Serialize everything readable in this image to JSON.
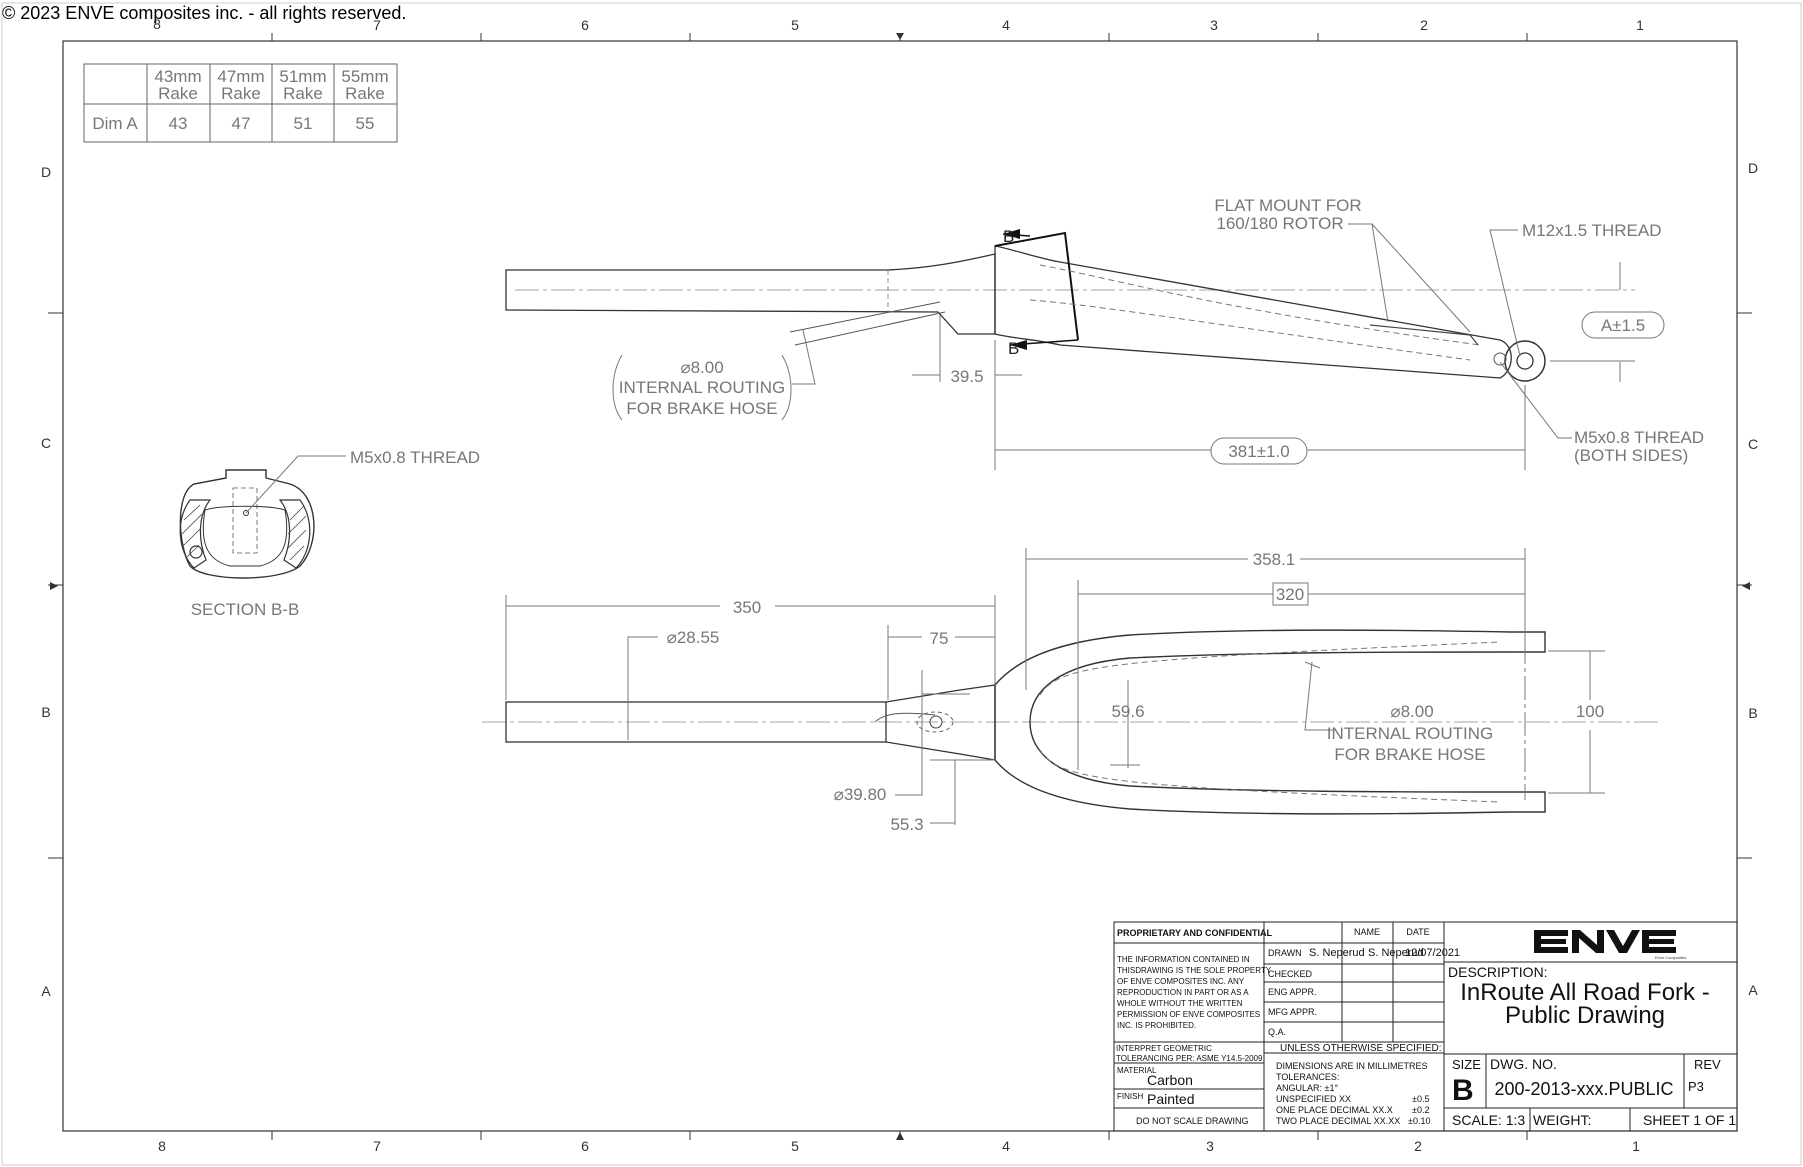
{
  "copyright": "© 2023 ENVE composites inc. - all rights reserved.",
  "zones": {
    "columns": [
      "8",
      "7",
      "6",
      "5",
      "4",
      "3",
      "2",
      "1"
    ],
    "rows": [
      "D",
      "C",
      "B",
      "A"
    ]
  },
  "rake_table": {
    "headers": [
      [
        "43mm",
        "Rake"
      ],
      [
        "47mm",
        "Rake"
      ],
      [
        "51mm",
        "Rake"
      ],
      [
        "55mm",
        "Rake"
      ]
    ],
    "row_label": "Dim A",
    "values": [
      "43",
      "47",
      "51",
      "55"
    ]
  },
  "section": {
    "label": "SECTION B-B",
    "thread": "M5x0.8 THREAD"
  },
  "side_view": {
    "section_marker": "B",
    "flat_mount": [
      "FLAT MOUNT FOR",
      "160/180 ROTOR"
    ],
    "m12_thread": "M12x1.5 THREAD",
    "a_dim": "A±1.5",
    "routing": [
      "⌀8.00",
      "INTERNAL ROUTING",
      "FOR BRAKE HOSE"
    ],
    "dim_39_5": "39.5",
    "dim_381": "381±1.0",
    "m5_thread": [
      "M5x0.8 THREAD",
      "(BOTH SIDES)"
    ]
  },
  "front_view": {
    "dim_350": "350",
    "dim_28_55": "⌀28.55",
    "dim_75": "75",
    "dim_39_80": "⌀39.80",
    "dim_55_3": "55.3",
    "dim_358_1": "358.1",
    "dim_320": "320",
    "dim_59_6": "59.6",
    "routing": [
      "⌀8.00",
      "INTERNAL ROUTING",
      "FOR BRAKE HOSE"
    ],
    "dim_100": "100"
  },
  "title_block": {
    "proprietary_title": "PROPRIETARY AND CONFIDENTIAL",
    "proprietary_text": [
      "THE INFORMATION CONTAINED IN",
      "THISDRAWING IS THE SOLE PROPERTY",
      "OF ENVE COMPOSITES INC. ANY",
      "REPRODUCTION IN PART OR AS A",
      "WHOLE WITHOUT THE WRITTEN",
      "PERMISSION OF ENVE COMPOSITES",
      "INC. IS PROHIBITED."
    ],
    "interpret": [
      "INTERPRET GEOMETRIC",
      "TOLERANCING PER: ASME Y14.5-2009"
    ],
    "material_label": "MATERIAL",
    "material": "Carbon",
    "finish_label": "FINISH",
    "finish": "Painted",
    "do_not_scale": "DO NOT SCALE DRAWING",
    "col_name": "NAME",
    "col_date": "DATE",
    "drawn_label": "DRAWN",
    "drawn_name": "S. Neperud",
    "drawn_name2": "S. Neperud",
    "drawn_date": "12/07/2021",
    "checked": "CHECKED",
    "eng_appr": "ENG APPR.",
    "mfg_appr": "MFG APPR.",
    "qa": "Q.A.",
    "unless": "UNLESS OTHERWISE SPECIFIED:",
    "tolerances": [
      "DIMENSIONS ARE IN MILLIMETRES",
      "TOLERANCES:",
      "ANGULAR: ±1°",
      "UNSPECIFIED XX",
      "ONE PLACE DECIMAL XX.X",
      "TWO PLACE DECIMAL XX.XX"
    ],
    "tol_values": [
      "±0.5",
      "±0.2",
      "±0.10"
    ],
    "logo_sub": "Enve Composites",
    "description_label": "DESCRIPTION:",
    "description": [
      "InRoute All Road Fork -",
      "Public Drawing"
    ],
    "size_label": "SIZE",
    "size": "B",
    "dwg_label": "DWG. NO.",
    "dwg_no": "200-2013-xxx.PUBLIC",
    "rev_label": "REV",
    "rev": "P3",
    "scale": "SCALE: 1:3",
    "weight": "WEIGHT:",
    "sheet": "SHEET 1 OF 1"
  }
}
